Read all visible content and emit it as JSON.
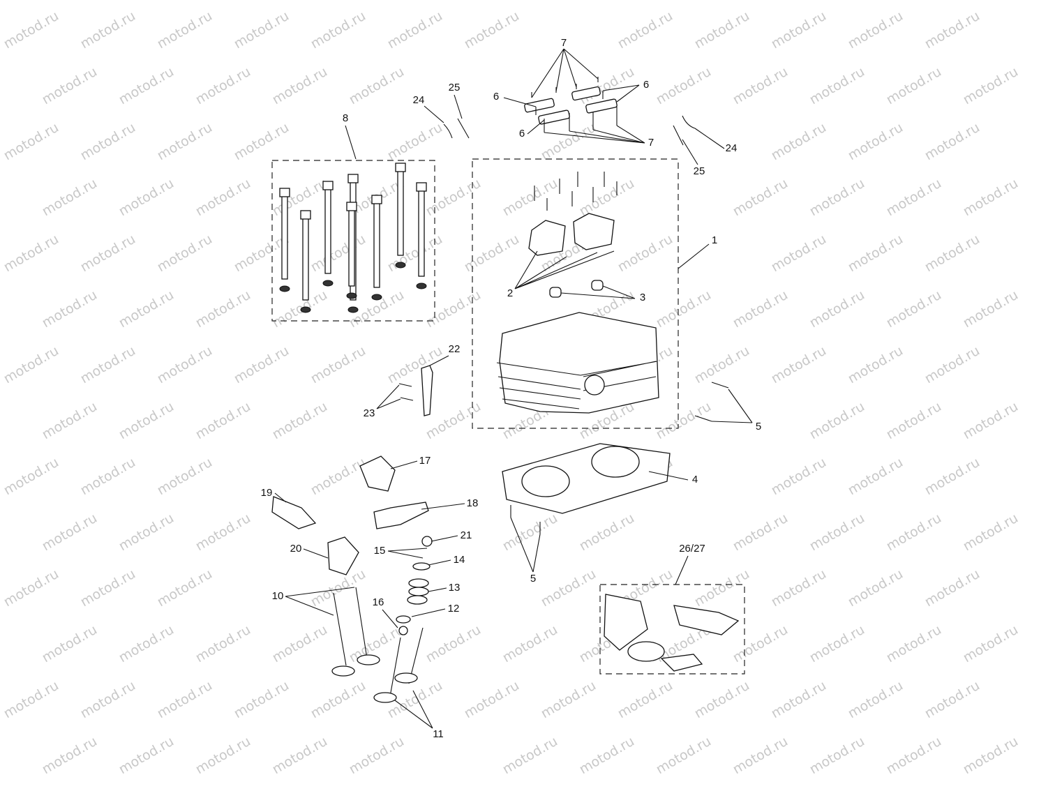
{
  "watermark": "motod.ru",
  "callouts": [
    {
      "id": "7-top",
      "text": "7"
    },
    {
      "id": "6-a",
      "text": "6"
    },
    {
      "id": "6-b",
      "text": "6"
    },
    {
      "id": "6-c",
      "text": "6"
    },
    {
      "id": "7-bottom",
      "text": "7"
    },
    {
      "id": "25-left",
      "text": "25"
    },
    {
      "id": "24-left",
      "text": "24"
    },
    {
      "id": "24-right",
      "text": "24"
    },
    {
      "id": "25-right",
      "text": "25"
    },
    {
      "id": "8",
      "text": "8"
    },
    {
      "id": "1",
      "text": "1"
    },
    {
      "id": "2",
      "text": "2"
    },
    {
      "id": "3",
      "text": "3"
    },
    {
      "id": "22",
      "text": "22"
    },
    {
      "id": "23",
      "text": "23"
    },
    {
      "id": "5-upper",
      "text": "5"
    },
    {
      "id": "17",
      "text": "17"
    },
    {
      "id": "4",
      "text": "4"
    },
    {
      "id": "19",
      "text": "19"
    },
    {
      "id": "18",
      "text": "18"
    },
    {
      "id": "21",
      "text": "21"
    },
    {
      "id": "15",
      "text": "15"
    },
    {
      "id": "14",
      "text": "14"
    },
    {
      "id": "20",
      "text": "20"
    },
    {
      "id": "13",
      "text": "13"
    },
    {
      "id": "10",
      "text": "10"
    },
    {
      "id": "16",
      "text": "16"
    },
    {
      "id": "12",
      "text": "12"
    },
    {
      "id": "5-lower",
      "text": "5"
    },
    {
      "id": "26-27",
      "text": "26/27"
    },
    {
      "id": "11",
      "text": "11"
    }
  ]
}
